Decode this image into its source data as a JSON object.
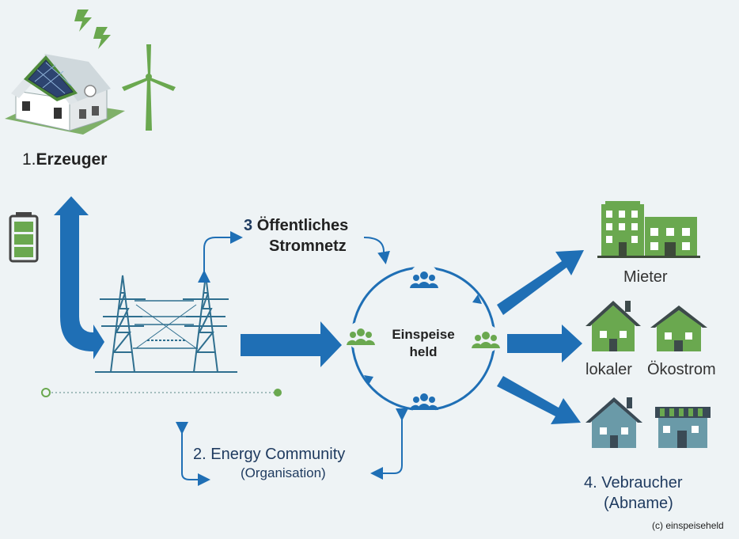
{
  "producer": {
    "number": "1.",
    "label": "Erzeuger"
  },
  "grid": {
    "number": "3",
    "line1": "Öffentliches",
    "line2": "Stromnetz"
  },
  "center": {
    "line1": "Einspeise",
    "line2": "held"
  },
  "community": {
    "title": "2. Energy Community",
    "subtitle": "(Organisation)"
  },
  "consumers": {
    "tenant": "Mieter",
    "local": "lokaler",
    "eco": "Ökostrom",
    "title_line1": "4. Vebraucher",
    "title_line2": "(Abname)"
  },
  "copyright": "(c) einspeiseheld",
  "colors": {
    "blue": "#1f6fb5",
    "green": "#6aa84f",
    "dark_blue": "#2b6d9e",
    "teal": "#6a9aa8"
  },
  "icons": [
    "lightning-icon",
    "house-solar-icon",
    "wind-turbine-icon",
    "battery-icon",
    "pylon-icon",
    "people-icon",
    "apartment-building-icon",
    "house-icon",
    "shop-icon"
  ]
}
